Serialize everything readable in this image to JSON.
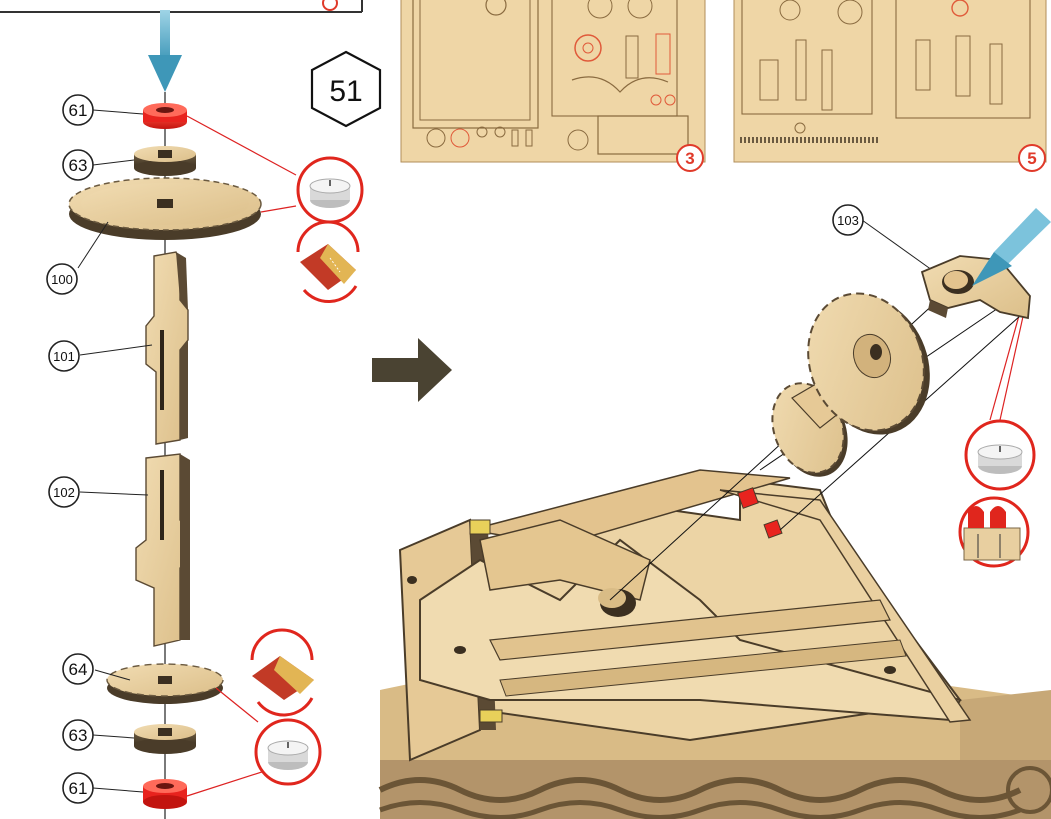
{
  "step": {
    "number": "51"
  },
  "sheets": [
    {
      "number": "3"
    },
    {
      "number": "5"
    }
  ],
  "part_labels": [
    "61",
    "63",
    "100",
    "101",
    "102",
    "64",
    "63",
    "61",
    "103"
  ],
  "icons": [
    "arrow-down-icon",
    "tealight-candle-icon",
    "sandpaper-icon",
    "arrow-right-icon"
  ],
  "colors": {
    "wood": "#e8cfa0",
    "wood_dark": "#5b4a34",
    "accent_red": "#e8231e",
    "arrow_blue": "#4fa6c4"
  }
}
